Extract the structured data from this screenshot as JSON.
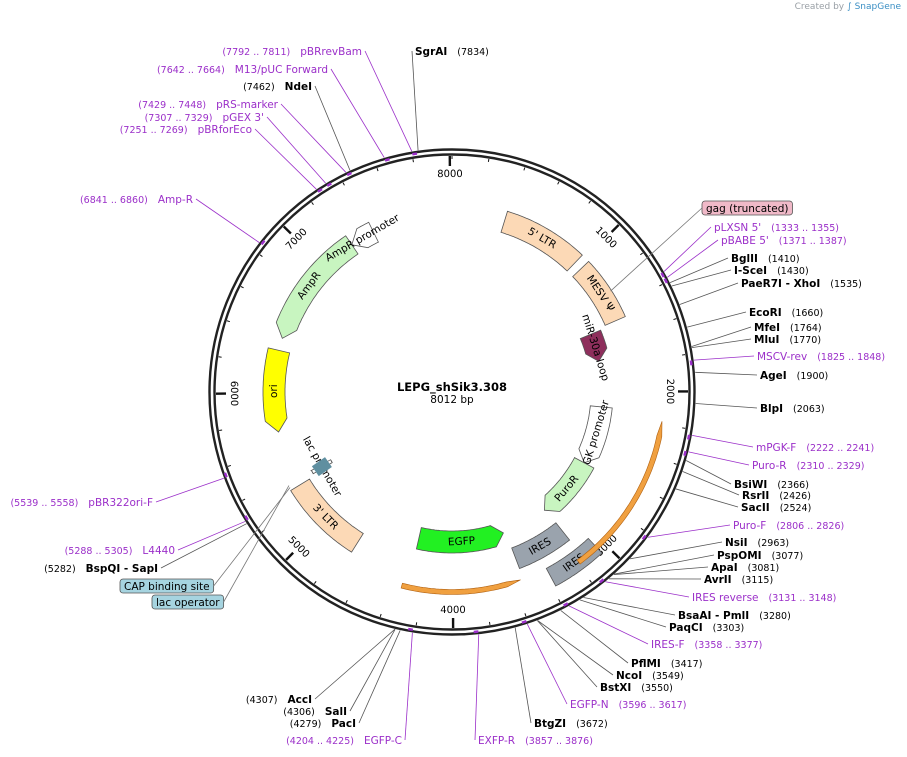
{
  "credit": {
    "prefix": "Created by",
    "brand": "SnapGene"
  },
  "plasmid": {
    "name": "LEPG_shSik3.308",
    "size_label": "8012 bp",
    "total_bp": 8012
  },
  "ticks": [
    "1000",
    "2000",
    "3000",
    "4000",
    "5000",
    "6000",
    "7000",
    "8000"
  ],
  "features": [
    {
      "name": "5' LTR",
      "start": 380,
      "end": 970,
      "ring": 1,
      "color": "#fcd9b6",
      "dir": "none"
    },
    {
      "name": "MESV Ψ",
      "start": 1030,
      "end": 1480,
      "ring": 1,
      "color": "#fcd9b6",
      "dir": "none"
    },
    {
      "name": "miR-30a loop",
      "start": 1500,
      "end": 1740,
      "ring": 2,
      "color": "#8e2f5c",
      "dir": "fwd"
    },
    {
      "name": "PGK promoter",
      "start": 2130,
      "end": 2630,
      "ring": 2,
      "color": "#ffffff",
      "dir": "fwd"
    },
    {
      "name": "PuroR",
      "start": 2630,
      "end": 3160,
      "ring": 2,
      "color": "#c8f5c0",
      "dir": "fwd"
    },
    {
      "name": "IRES",
      "start": 3150,
      "end": 3540,
      "ring": 1,
      "color": "#9aa3ad",
      "dir": "none"
    },
    {
      "name": "IRES",
      "start": 3050,
      "end": 3380,
      "ring": 3,
      "color": "#9aa3ad",
      "dir": "none"
    },
    {
      "name": "EGFP",
      "start": 3560,
      "end": 4290,
      "ring": 2,
      "color": "#22f022",
      "dir": "rev"
    },
    {
      "name": "3' LTR",
      "start": 4720,
      "end": 5310,
      "ring": 1,
      "color": "#fcd9b6",
      "dir": "none"
    },
    {
      "name": "lac promoter",
      "start": 5330,
      "end": 5360,
      "ring": 2,
      "color": "#ffffff",
      "dir": "none"
    },
    {
      "name": "ori",
      "start": 5720,
      "end": 6310,
      "ring": 1,
      "color": "#ffff00",
      "dir": "rev"
    },
    {
      "name": "AmpR",
      "start": 6400,
      "end": 7250,
      "ring": 1,
      "color": "#c8f5c0",
      "dir": "rev"
    },
    {
      "name": "AmpR promoter",
      "start": 7250,
      "end": 7430,
      "ring": 1,
      "color": "#ffffff",
      "dir": "rev"
    }
  ],
  "enzymes": [
    {
      "name": "SgrAI",
      "pos": "(7834)"
    },
    {
      "name": "NdeI",
      "pos": "(7462)"
    },
    {
      "name": "BglII",
      "pos": "(1410)"
    },
    {
      "name": "I-SceI",
      "pos": "(1430)"
    },
    {
      "name": "PaeR7I",
      "name2": "- XhoI",
      "pos": "(1535)"
    },
    {
      "name": "EcoRI",
      "pos": "(1660)"
    },
    {
      "name": "MfeI",
      "pos": "(1764)"
    },
    {
      "name": "MluI",
      "pos": "(1770)"
    },
    {
      "name": "AgeI",
      "pos": "(1900)"
    },
    {
      "name": "BlpI",
      "pos": "(2063)"
    },
    {
      "name": "BsiWI",
      "pos": "(2366)"
    },
    {
      "name": "RsrII",
      "pos": "(2426)"
    },
    {
      "name": "SacII",
      "pos": "(2524)"
    },
    {
      "name": "NsiI",
      "pos": "(2963)"
    },
    {
      "name": "PspOMI",
      "pos": "(3077)"
    },
    {
      "name": "ApaI",
      "pos": "(3081)"
    },
    {
      "name": "AvrII",
      "pos": "(3115)"
    },
    {
      "name": "BsaAI",
      "name2": "- PmlI",
      "pos": "(3280)"
    },
    {
      "name": "PaqCI",
      "pos": "(3303)"
    },
    {
      "name": "PflMI",
      "pos": "(3417)"
    },
    {
      "name": "NcoI",
      "pos": "(3549)"
    },
    {
      "name": "BstXI",
      "pos": "(3550)"
    },
    {
      "name": "BtgZI",
      "pos": "(3672)"
    },
    {
      "name": "PacI",
      "pos": "(4279)"
    },
    {
      "name": "SalI",
      "pos": "(4306)"
    },
    {
      "name": "AccI",
      "pos": "(4307)"
    },
    {
      "name": "BspQI",
      "name2": "- SapI",
      "pos": "(5282)"
    }
  ],
  "primers": [
    {
      "name": "pBRrevBam",
      "pos": "(7792 .. 7811)"
    },
    {
      "name": "M13/pUC Forward",
      "pos": "(7642 .. 7664)"
    },
    {
      "name": "pRS-marker",
      "pos": "(7429 .. 7448)"
    },
    {
      "name": "pGEX 3'",
      "pos": "(7307 .. 7329)"
    },
    {
      "name": "pBRforEco",
      "pos": "(7251 .. 7269)"
    },
    {
      "name": "Amp-R",
      "pos": "(6841 .. 6860)"
    },
    {
      "name": "pLXSN 5'",
      "pos": "(1333 .. 1355)"
    },
    {
      "name": "pBABE 5'",
      "pos": "(1371 .. 1387)"
    },
    {
      "name": "MSCV-rev",
      "pos": "(1825 .. 1848)"
    },
    {
      "name": "mPGK-F",
      "pos": "(2222 .. 2241)"
    },
    {
      "name": "Puro-R",
      "pos": "(2310 .. 2329)"
    },
    {
      "name": "Puro-F",
      "pos": "(2806 .. 2826)"
    },
    {
      "name": "IRES reverse",
      "pos": "(3131 .. 3148)"
    },
    {
      "name": "IRES-F",
      "pos": "(3358 .. 3377)"
    },
    {
      "name": "EGFP-N",
      "pos": "(3596 .. 3617)"
    },
    {
      "name": "EXFP-R",
      "pos": "(3857 .. 3876)"
    },
    {
      "name": "EGFP-C",
      "pos": "(4204 .. 4225)"
    },
    {
      "name": "pBR322ori-F",
      "pos": "(5539 .. 5558)"
    },
    {
      "name": "L4440",
      "pos": "(5288 .. 5305)"
    }
  ],
  "boxed": [
    {
      "name": "gag (truncated)",
      "color": "#f0b9c8"
    },
    {
      "name": "CAP binding site",
      "color": "#a6d4e0"
    },
    {
      "name": "lac operator",
      "color": "#a6d4e0"
    }
  ]
}
